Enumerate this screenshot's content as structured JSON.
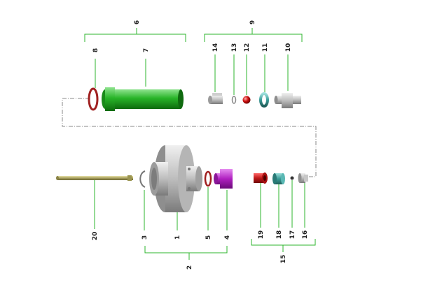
{
  "diagram": {
    "callouts": {
      "c1": "1",
      "c2": "2",
      "c3": "3",
      "c4": "4",
      "c5": "5",
      "c6": "6",
      "c7": "7",
      "c8": "8",
      "c9": "9",
      "c10": "10",
      "c11": "11",
      "c12": "12",
      "c13": "13",
      "c14": "14",
      "c15": "15",
      "c16": "16",
      "c17": "17",
      "c18": "18",
      "c19": "19",
      "c20": "20"
    },
    "colors": {
      "leader": "#2db52d",
      "green_part": "#27b327",
      "red_ring": "#a02020",
      "purple_part": "#b020c0",
      "red_part": "#c01818",
      "teal_ring": "#3a9c98",
      "gray_part": "#b8b8b8",
      "rod": "#a8a060",
      "dash_line": "#888888"
    }
  }
}
